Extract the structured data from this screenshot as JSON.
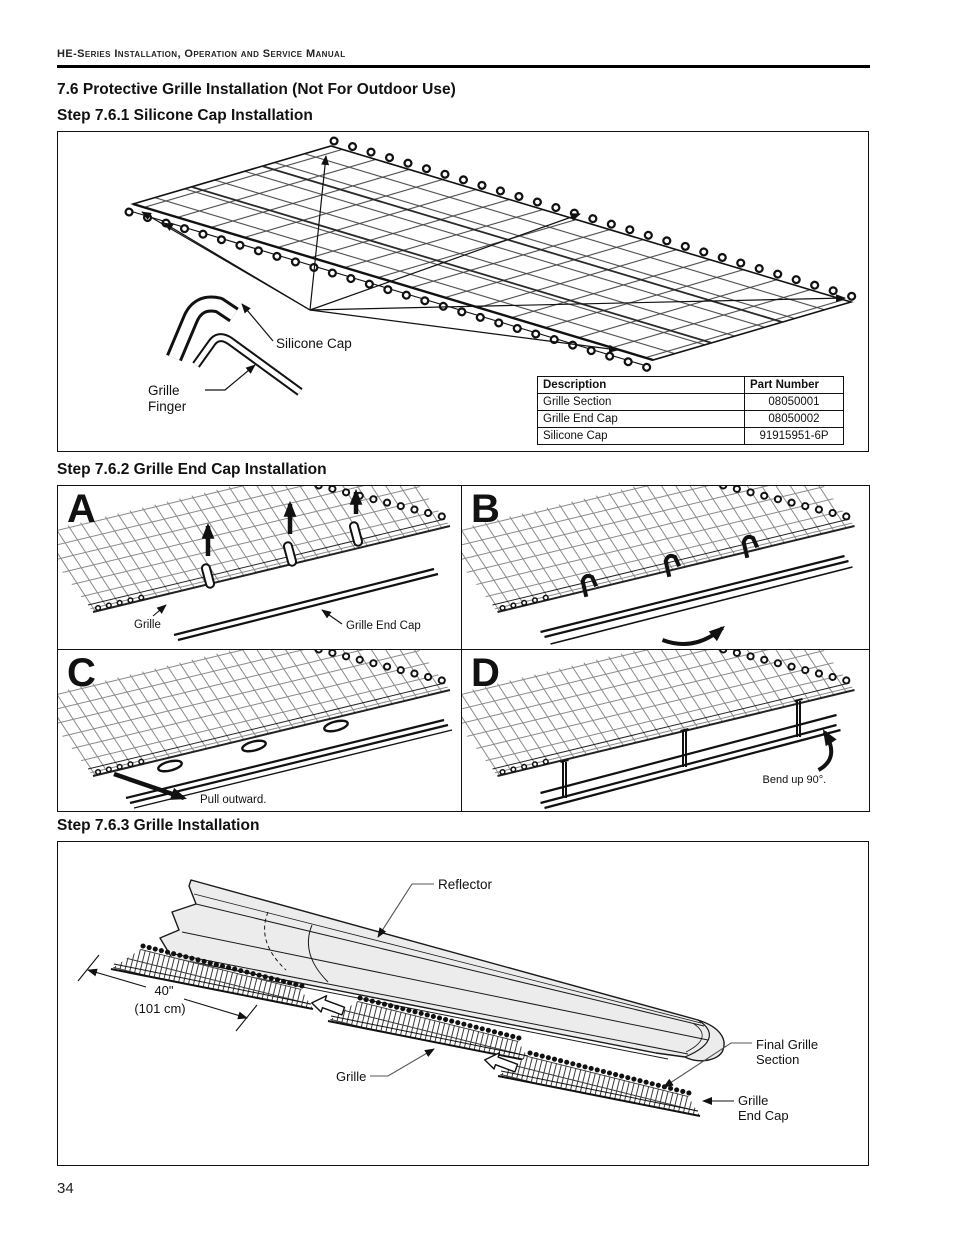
{
  "page": {
    "header": "HE-Series Installation, Operation and Service Manual",
    "page_number": "34"
  },
  "section_title": "7.6 Protective Grille Installation (Not For Outdoor Use)",
  "step1": {
    "title": "Step 7.6.1 Silicone Cap Installation",
    "figure": {
      "silicone_cap_label": "Silicone Cap",
      "grille_finger_label_line1": "Grille",
      "grille_finger_label_line2": "Finger",
      "table": {
        "headers": [
          "Description",
          "Part Number"
        ],
        "rows": [
          [
            "Grille Section",
            "08050001"
          ],
          [
            "Grille End Cap",
            "08050002"
          ],
          [
            "Silicone Cap",
            "91915951-6P"
          ]
        ]
      }
    }
  },
  "step2": {
    "title": "Step 7.6.2 Grille End Cap Installation",
    "panel_a": {
      "letter": "A",
      "grille_label": "Grille",
      "end_cap_label": "Grille End Cap"
    },
    "panel_b": {
      "letter": "B"
    },
    "panel_c": {
      "letter": "C",
      "caption": "Pull outward."
    },
    "panel_d": {
      "letter": "D",
      "caption": "Bend up 90°."
    }
  },
  "step3": {
    "title": "Step 7.6.3 Grille Installation",
    "figure": {
      "reflector_label": "Reflector",
      "dimension_line1": "40\"",
      "dimension_line2": "(101 cm)",
      "grille_label": "Grille",
      "final_grille_label_line1": "Final Grille",
      "final_grille_label_line2": "Section",
      "end_cap_label_line1": "Grille",
      "end_cap_label_line2": "End Cap"
    }
  }
}
